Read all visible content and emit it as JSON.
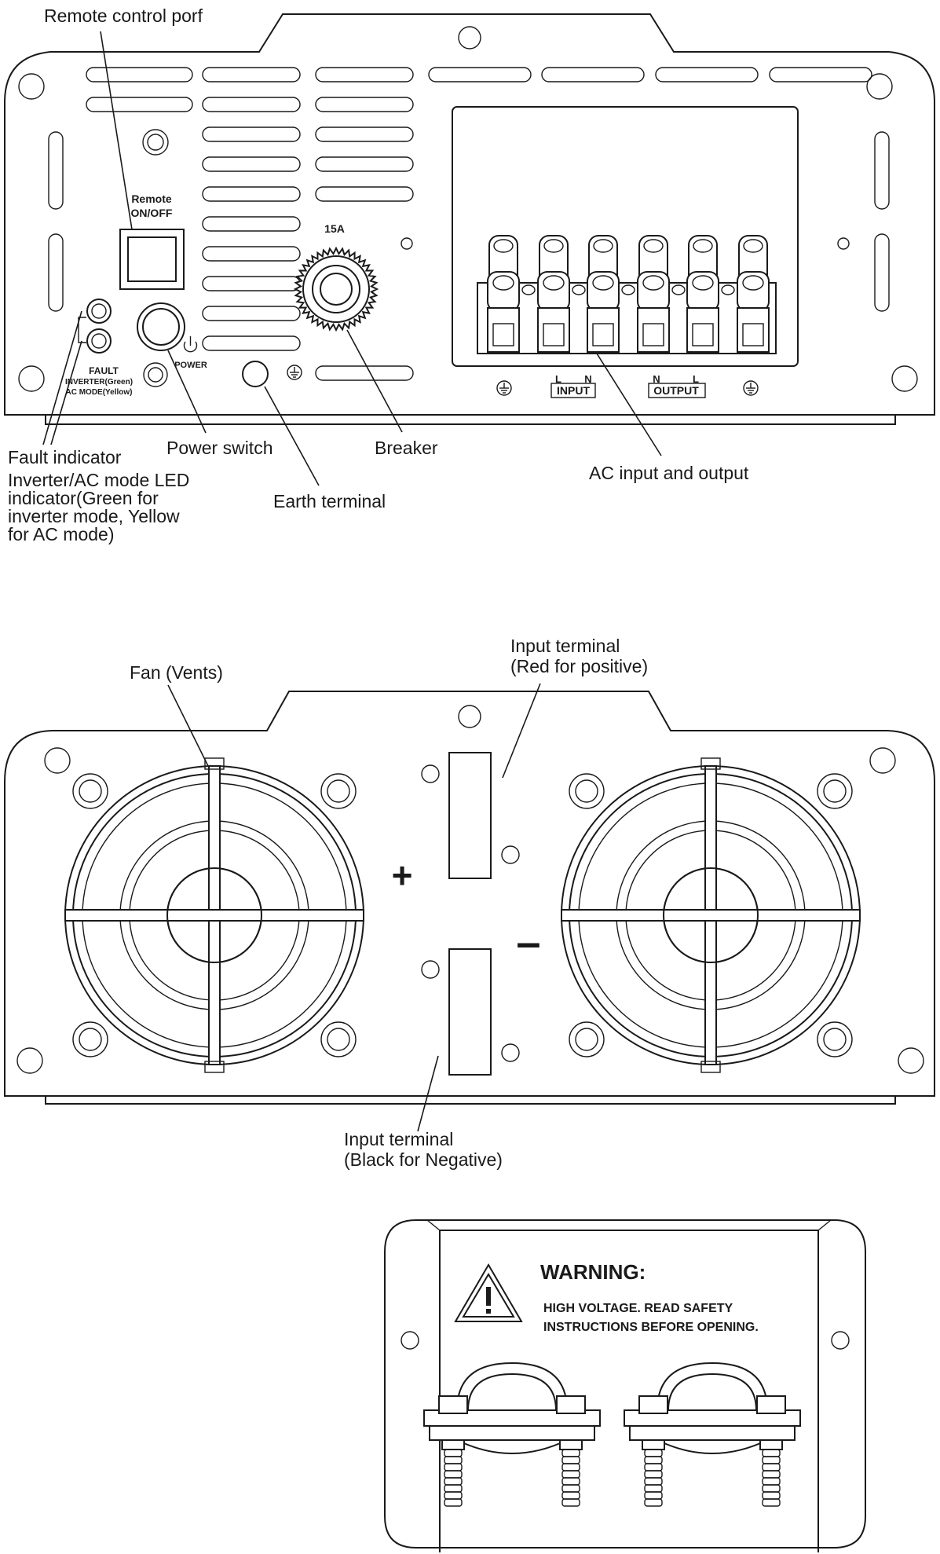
{
  "front_panel": {
    "callouts": {
      "remote_port": "Remote control porf",
      "fault_indicator": "Fault indicator",
      "led_indicator_lines": [
        "Inverter/AC mode LED",
        "indicator(Green for",
        "inverter mode, Yellow",
        "for AC mode)"
      ],
      "power_switch": "Power switch",
      "breaker": "Breaker",
      "earth_terminal": "Earth terminal",
      "ac_io": "AC input and output"
    },
    "labels": {
      "remote_line1": "Remote",
      "remote_line2": "ON/OFF",
      "breaker_rating": "15A",
      "fault": "FAULT",
      "inverter_mode": "INVERTER(Green)",
      "ac_mode": "AC MODE(Yellow)",
      "power": "POWER",
      "input_l": "L",
      "input_n": "N",
      "input": "INPUT",
      "output_n": "N",
      "output_l": "L",
      "output": "OUTPUT"
    },
    "icons": [
      "power-icon",
      "ground-icon"
    ]
  },
  "rear_panel": {
    "callouts": {
      "fan": "Fan (Vents)",
      "input_pos_line1": "Input terminal",
      "input_pos_line2": "(Red for positive)",
      "input_neg_line1": "Input terminal",
      "input_neg_line2": "(Black for Negative)"
    },
    "symbols": {
      "plus": "+",
      "minus": "–"
    }
  },
  "terminal_cover": {
    "warning_title": "WARNING:",
    "warning_line1": "HIGH VOLTAGE. READ SAFETY",
    "warning_line2": "INSTRUCTIONS BEFORE OPENING.",
    "icon": "warning-triangle-icon"
  }
}
